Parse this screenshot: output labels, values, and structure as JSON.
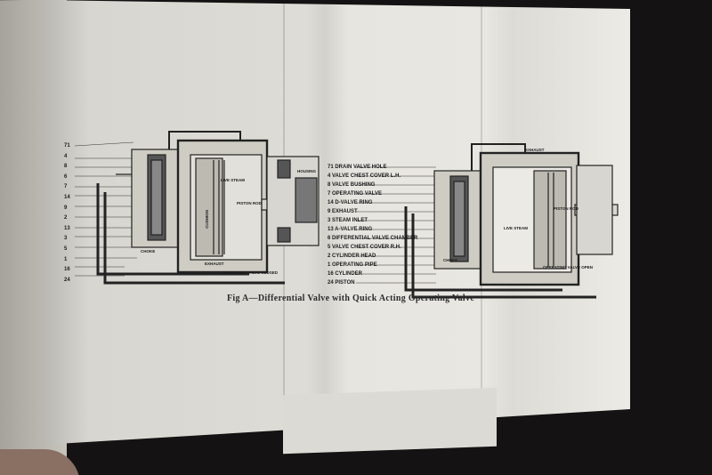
{
  "figure": {
    "caption": "Fig A—Differential Valve with Quick Acting Operating Valve",
    "left_numbers": [
      "71",
      "4",
      "8",
      "6",
      "7",
      "14",
      "9",
      "2",
      "13",
      "3",
      "5",
      "1",
      "16",
      "24"
    ],
    "right_legend": [
      {
        "num": "71",
        "label": "DRAIN VALVE HOLE"
      },
      {
        "num": "4",
        "label": "VALVE CHEST COVER L.H."
      },
      {
        "num": "8",
        "label": "VALVE BUSHING"
      },
      {
        "num": "7",
        "label": "OPERATING VALVE"
      },
      {
        "num": "14",
        "label": "D-VALVE RING"
      },
      {
        "num": "9",
        "label": "EXHAUST"
      },
      {
        "num": "3",
        "label": "STEAM INLET"
      },
      {
        "num": "13",
        "label": "A-VALVE RING"
      },
      {
        "num": "6",
        "label": "DIFFERENTIAL VALVE CHAMBER"
      },
      {
        "num": "5",
        "label": "VALVE CHEST COVER R.H."
      },
      {
        "num": "2",
        "label": "CYLINDER HEAD"
      },
      {
        "num": "1",
        "label": "OPERATING PIPE"
      },
      {
        "num": "16",
        "label": "CYLINDER"
      },
      {
        "num": "24",
        "label": "PISTON"
      }
    ],
    "left_diagram_labels": {
      "live_steam": "LIVE STEAM",
      "piston_rod": "PISTON ROD",
      "housing": "HOUSING",
      "cushion": "CUSHION",
      "exhaust": "EXHAUST",
      "choke": "CHOKE",
      "valve_closed": "OPERATING VALVE CLOSED"
    },
    "right_diagram_labels": {
      "exhaust": "EXHAUST",
      "piston_rod": "PISTON ROD",
      "live_steam": "LIVE STEAM",
      "choke": "CHOKE",
      "valve_open": "OPERATING VALVE OPEN"
    }
  }
}
